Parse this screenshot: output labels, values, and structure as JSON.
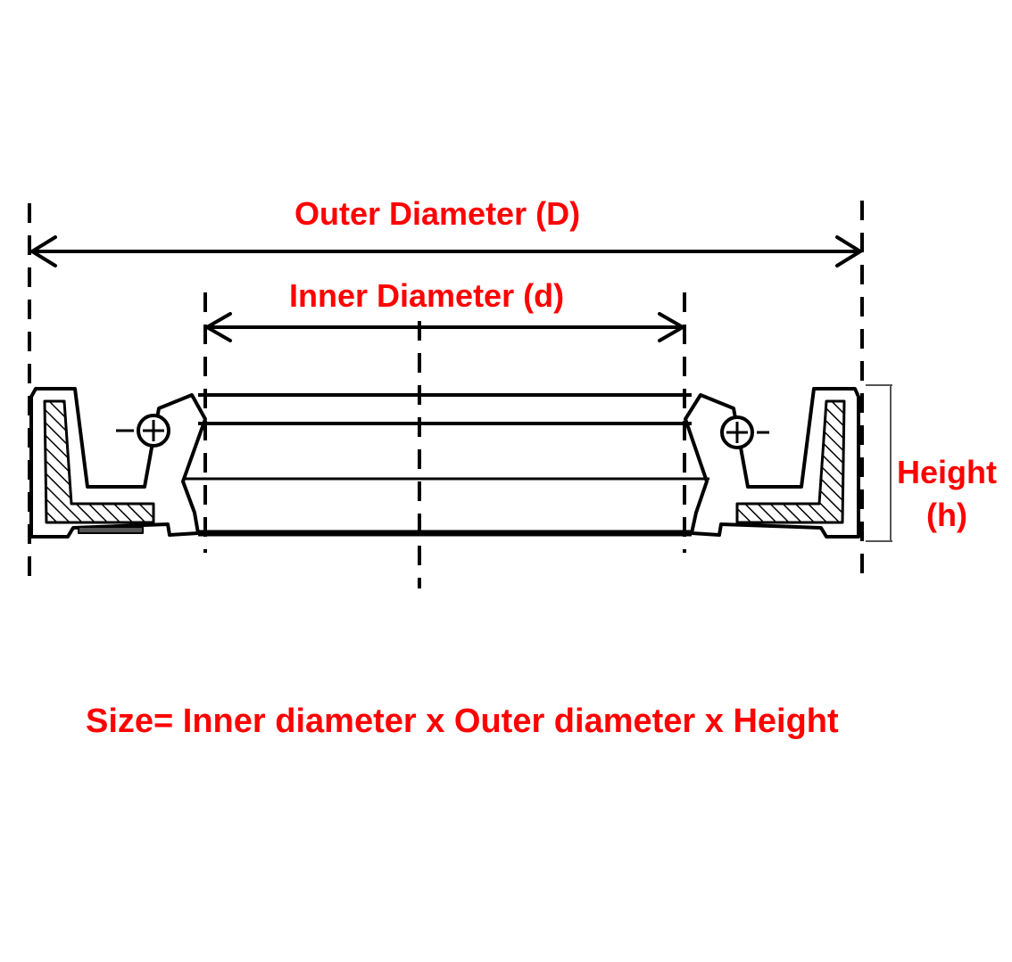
{
  "labels": {
    "outer_diameter": "Outer Diameter (D)",
    "inner_diameter": "Inner Diameter (d)",
    "height_line1": "Height",
    "height_line2": "(h)",
    "size_formula": "Size= Inner diameter x Outer diameter x Height"
  },
  "colors": {
    "label_text": "#ff0000",
    "line": "#000000",
    "background": "#ffffff"
  }
}
